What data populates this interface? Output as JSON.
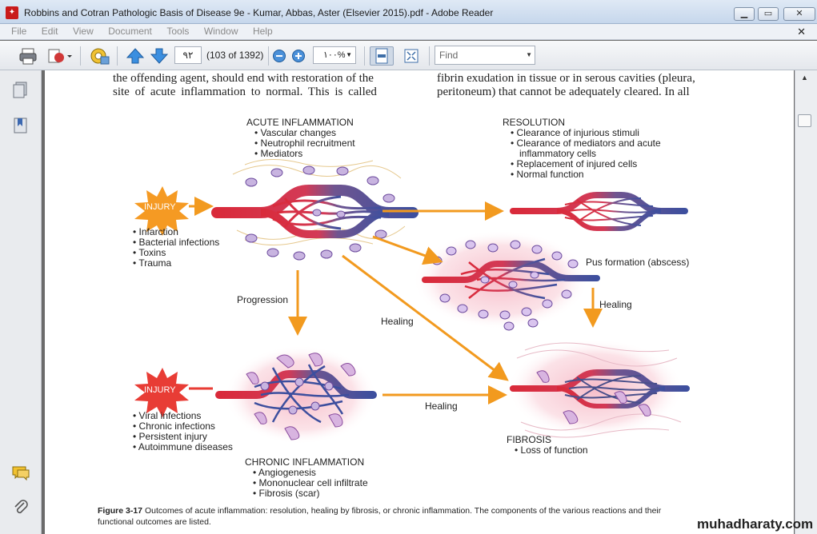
{
  "window": {
    "title": "Robbins and Cotran Pathologic Basis of Disease 9e - Kumar, Abbas, Aster (Elsevier 2015).pdf - Adobe Reader",
    "app_icon": "pdf-icon"
  },
  "menu": [
    "File",
    "Edit",
    "View",
    "Document",
    "Tools",
    "Window",
    "Help"
  ],
  "toolbar": {
    "page_number": "٩٢",
    "page_count": "(103 of 1392)",
    "zoom": "١٠٠%",
    "find_placeholder": "Find"
  },
  "document": {
    "left_col_line1": "the offending agent, should end with restoration of the",
    "left_col_line2": "site of acute inflammation to normal. This is called",
    "right_col_line1": "fibrin exudation in tissue or in serous cavities (pleura,",
    "right_col_line2": "peritoneum) that cannot be adequately cleared. In all"
  },
  "figure": {
    "acute": {
      "title": "ACUTE INFLAMMATION",
      "items": [
        "Vascular changes",
        "Neutrophil recruitment",
        "Mediators"
      ]
    },
    "resolution": {
      "title": "RESOLUTION",
      "items": [
        "Clearance of injurious stimuli",
        "Clearance of mediators and acute",
        "inflammatory cells",
        "Replacement of injured cells",
        "Normal function"
      ]
    },
    "injury_label": "INJURY",
    "acute_causes": [
      "Infarction",
      "Bacterial infections",
      "Toxins",
      "Trauma"
    ],
    "pus_label": "Pus formation (abscess)",
    "progression_label": "Progression",
    "healing_label": "Healing",
    "chronic_causes": [
      "Viral infections",
      "Chronic infections",
      "Persistent injury",
      "Autoimmune diseases"
    ],
    "chronic": {
      "title": "CHRONIC INFLAMMATION",
      "items": [
        "Angiogenesis",
        "Mononuclear cell infiltrate",
        "Fibrosis (scar)"
      ]
    },
    "fibrosis": {
      "title": "FIBROSIS",
      "items": [
        "Loss of function"
      ]
    },
    "caption_bold": "Figure 3-17",
    "caption_line1": "Outcomes of acute inflammation: resolution, healing by fibrosis, or chronic inflammation. The components of the various reactions and their",
    "caption_line2": "functional outcomes are listed."
  },
  "watermark": "muhadharaty.com",
  "colors": {
    "arrow": "#f29a1f",
    "injury": "#f59a23",
    "injury_chronic": "#e83c35",
    "artery": "#d92a3a",
    "vein": "#3d4f9e"
  }
}
